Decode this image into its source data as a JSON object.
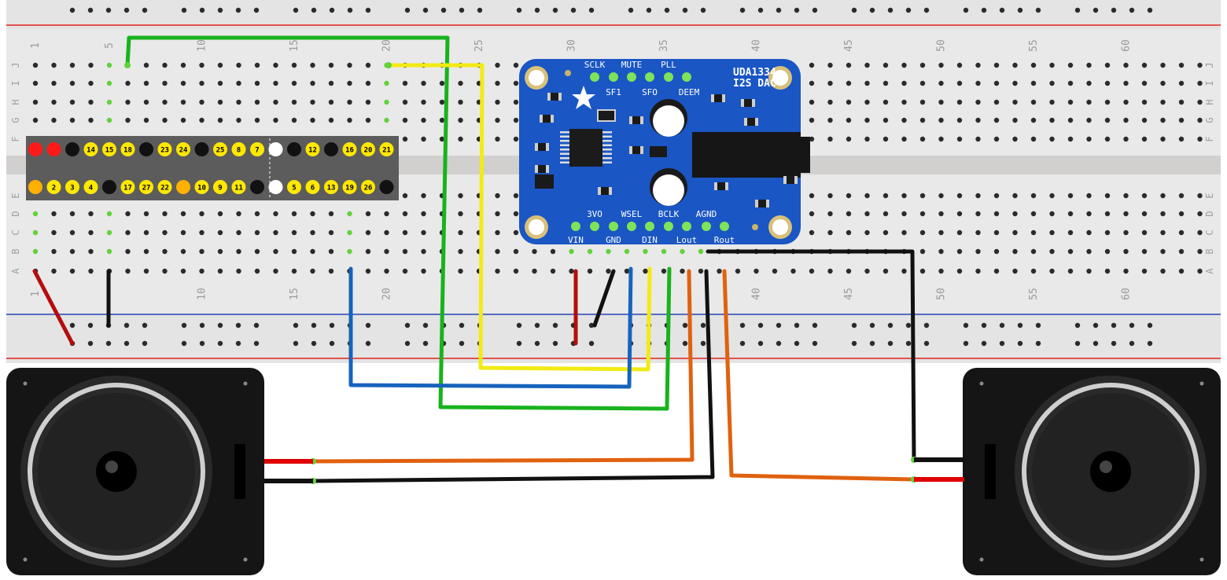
{
  "colors": {
    "board": "#e9e9e9",
    "board_edge": "#d6d6d6",
    "hole": "#2b2b2b",
    "hole_on": "#62d23a",
    "rail_red": "#e2231a",
    "rail_blue": "#2546b8",
    "pcb": "#1a56c4",
    "pcb_dark": "#0f3e96",
    "silk": "#ffffff",
    "pin_ring": "#7ee35a",
    "wire_red": "#b50d0d",
    "wire_black": "#111111",
    "wire_blue": "#1763bd",
    "wire_green": "#19b21e",
    "wire_yellow": "#f2ea14",
    "wire_orange": "#e0610f",
    "header_bg": "#5c5c5c",
    "speaker_body": "#151515",
    "speaker_cone": "#222222",
    "speaker_ring": "#cfcfcf"
  },
  "breadboard": {
    "top_col_numbers": [
      "1",
      "5",
      "10",
      "15",
      "20",
      "25",
      "30",
      "35",
      "40",
      "45",
      "50",
      "55",
      "60"
    ],
    "bottom_col_numbers": [
      "1",
      "10",
      "15",
      "20",
      "40",
      "45",
      "50",
      "55",
      "60"
    ],
    "row_letters_top": [
      "J",
      "I",
      "H",
      "G",
      "F"
    ],
    "row_letters_bottom": [
      "E",
      "D",
      "C",
      "B",
      "A"
    ]
  },
  "pi_header": {
    "top_row": [
      "",
      "",
      "",
      "14",
      "15",
      "18",
      "",
      "23",
      "24",
      "",
      "25",
      "8",
      "7",
      "",
      "",
      "12",
      "",
      "16",
      "20",
      "21"
    ],
    "bottom_row": [
      "",
      "2",
      "3",
      "4",
      "",
      "17",
      "27",
      "22",
      "",
      "10",
      "9",
      "11",
      "",
      "",
      "5",
      "6",
      "13",
      "19",
      "26",
      ""
    ]
  },
  "dac": {
    "title_line1": "UDA1334",
    "title_line2": "I2S DAC",
    "top_pins": [
      "SCLK",
      "MUTE",
      "PLL"
    ],
    "mid_labels": [
      "SF1",
      "SFO",
      "DEEM"
    ],
    "upper_bottom_labels": [
      "3VO",
      "WSEL",
      "BCLK",
      "AGND"
    ],
    "bottom_pins": [
      "VIN",
      "GND",
      "DIN",
      "Lout",
      "Rout"
    ]
  },
  "speakers": {
    "left_name": "left-speaker",
    "right_name": "right-speaker"
  }
}
